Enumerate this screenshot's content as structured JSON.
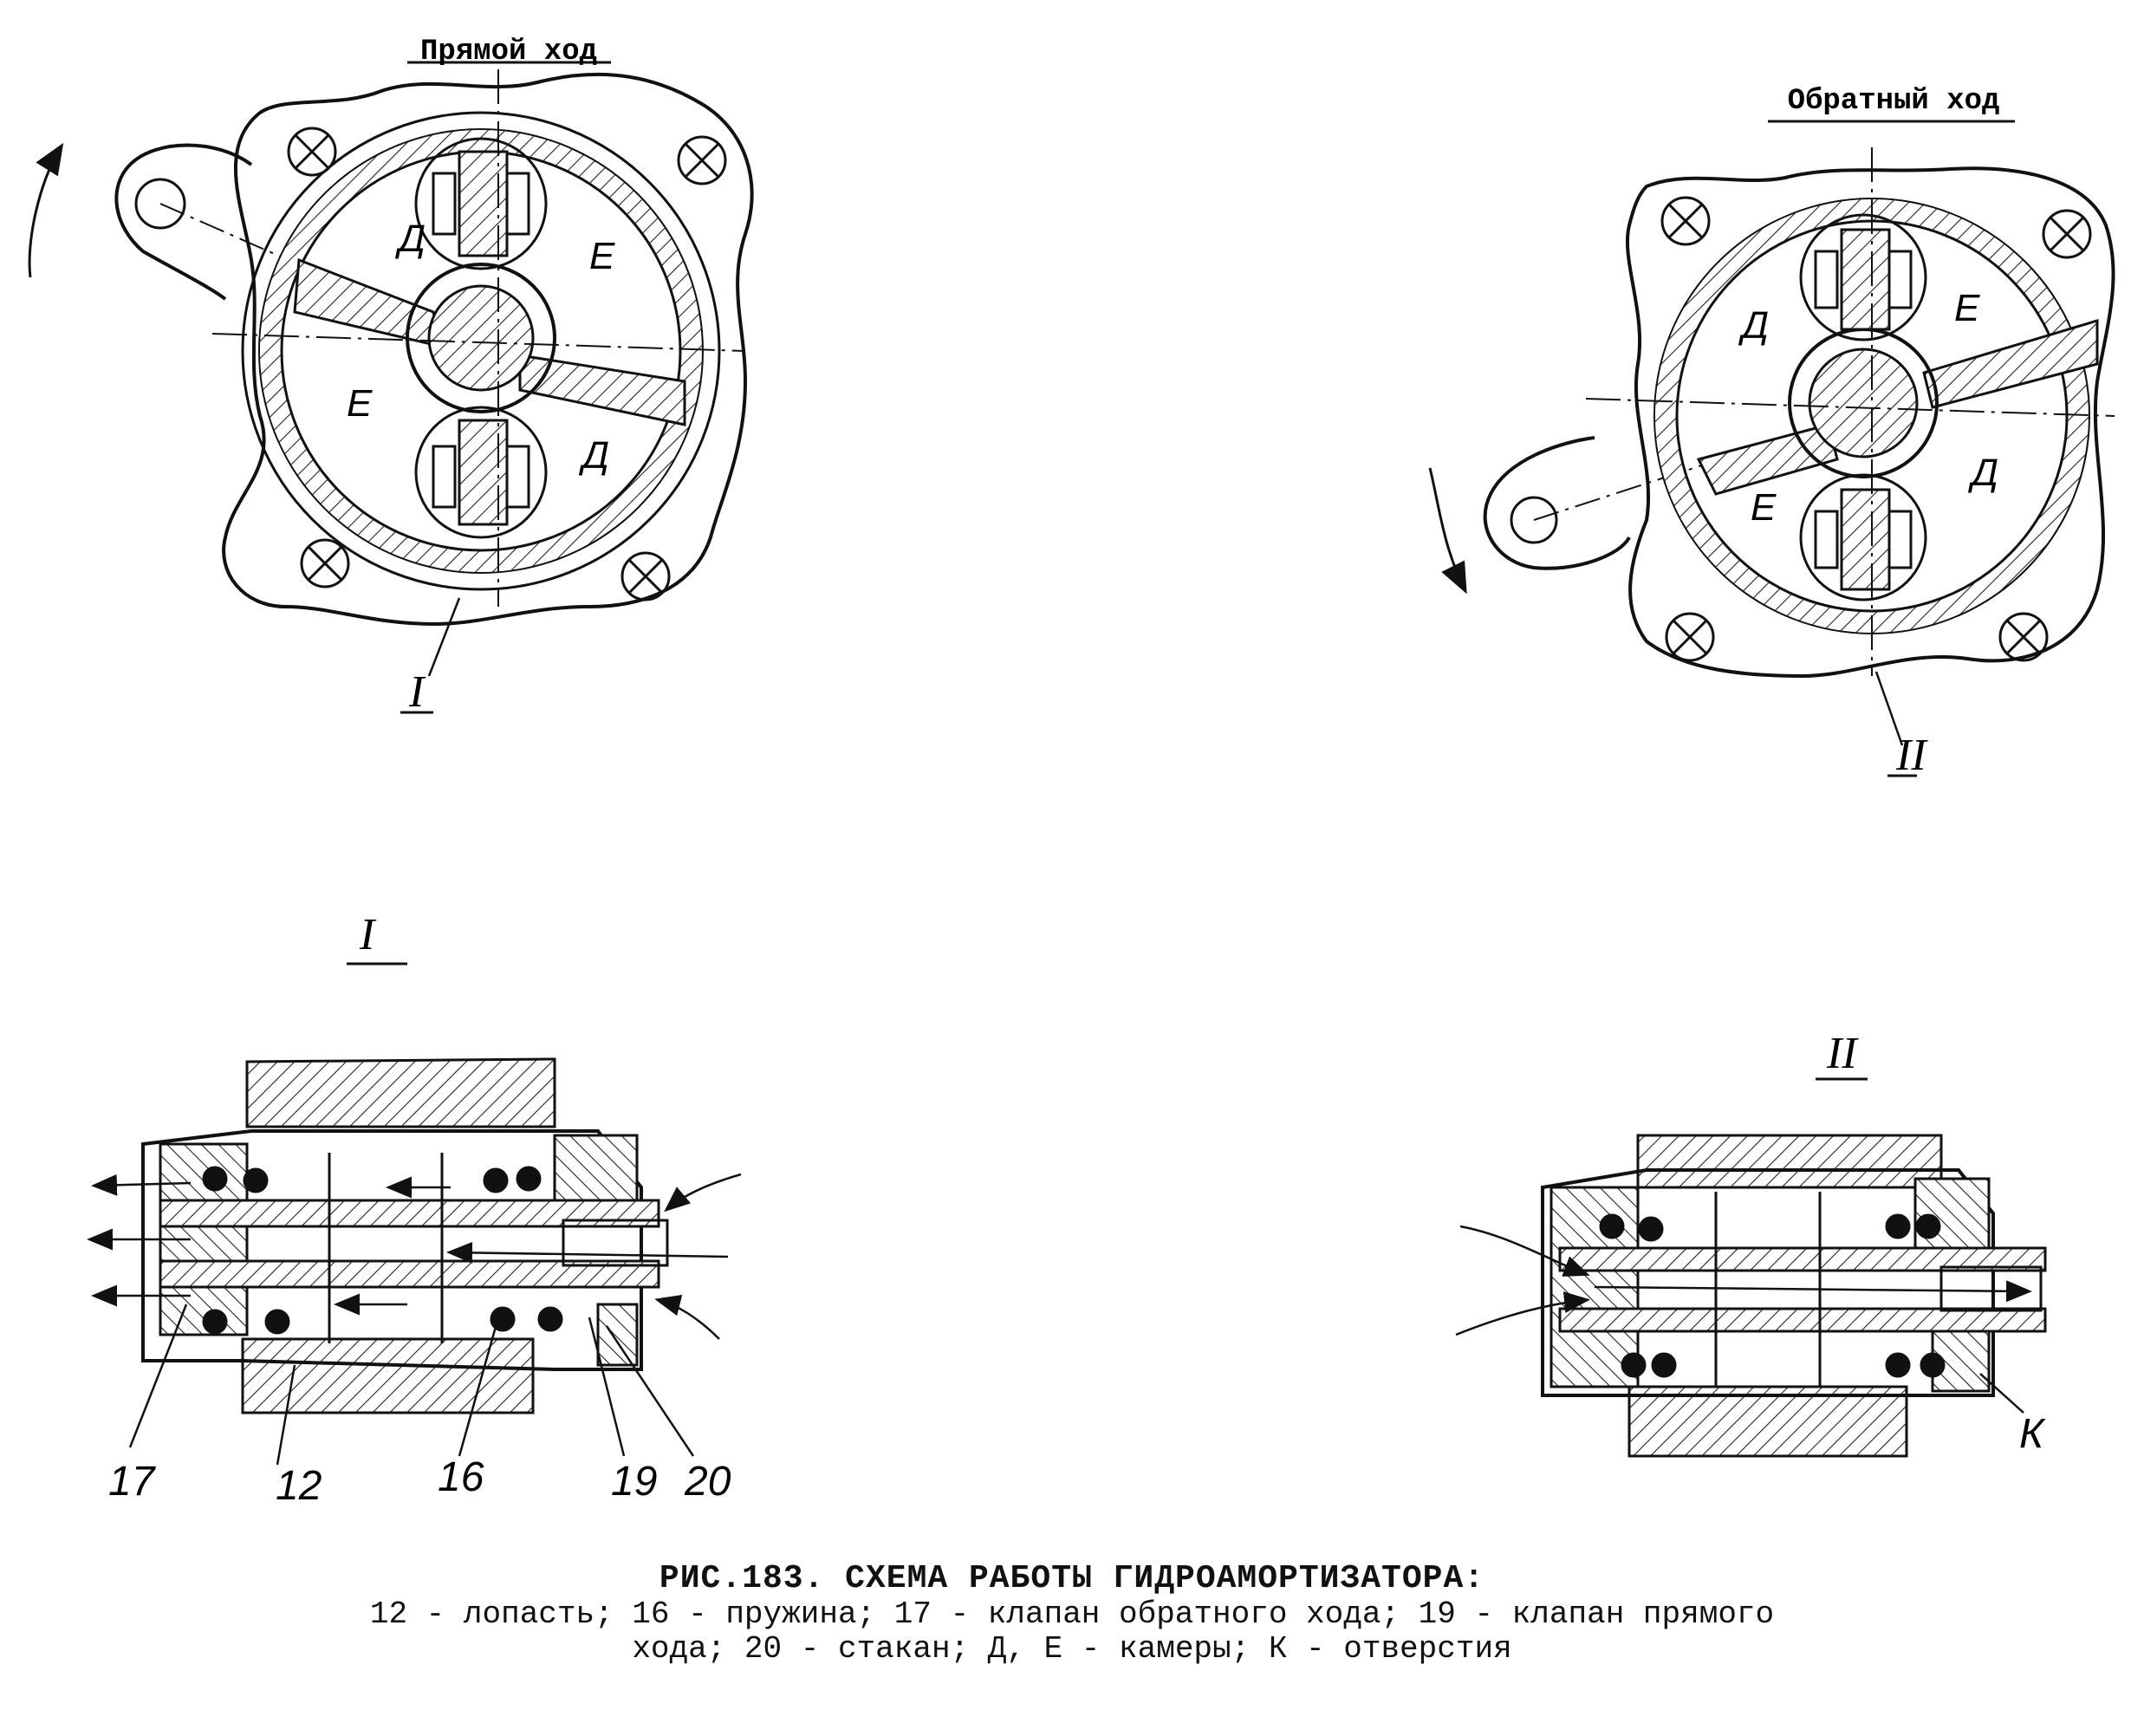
{
  "views": {
    "direct_stroke": {
      "title": "Прямой ход",
      "chambers": [
        "Д",
        "Е",
        "Е",
        "Д"
      ],
      "section_label": "I"
    },
    "reverse_stroke": {
      "title": "Обратный ход",
      "chambers": [
        "Д",
        "Е",
        "Д",
        "Е"
      ],
      "section_label": "II"
    }
  },
  "sections": {
    "section1": {
      "label": "I",
      "callouts": [
        "17",
        "12",
        "16",
        "19",
        "20"
      ]
    },
    "section2": {
      "label": "II",
      "callouts": [
        "К"
      ]
    }
  },
  "caption": {
    "title": "РИС.183. СХЕМА РАБОТЫ ГИДРОАМОРТИЗАТОРА:",
    "line1": "12 - лопасть; 16 - пружина; 17 - клапан обратного хода; 19 - клапан прямого",
    "line2": "хода; 20 - стакан; Д, Е - камеры; К - отверстия"
  }
}
